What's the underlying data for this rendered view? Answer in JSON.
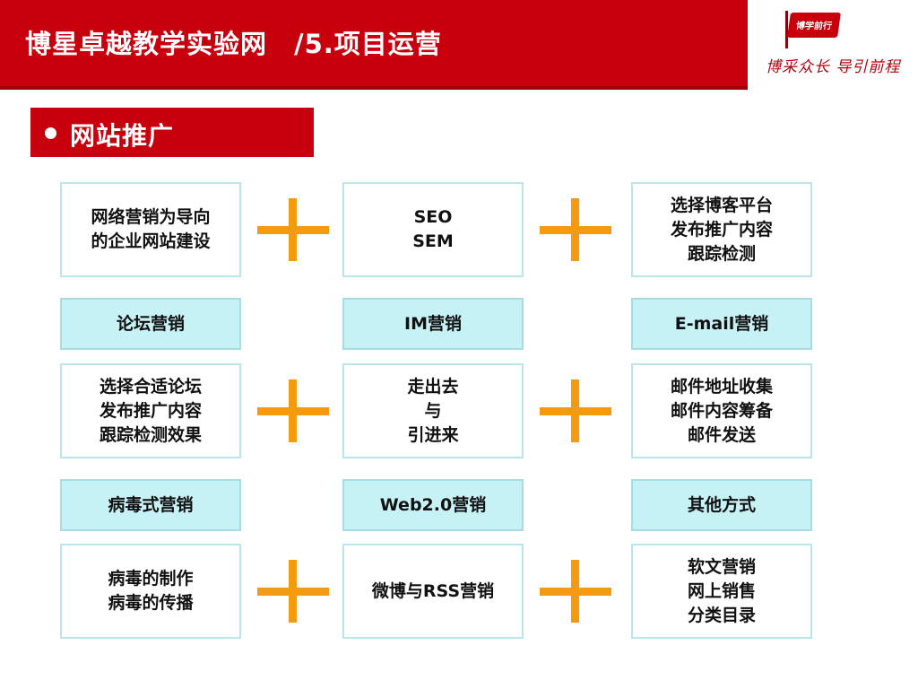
{
  "header": {
    "title": "博星卓越教学实验网　/5.项目运营",
    "logo_flag_text": "博学前行",
    "logo_motto": "博采众长 导引前程"
  },
  "section": {
    "title": "网站推广"
  },
  "grid": {
    "row1": [
      "网络营销为导向\n的企业网站建设",
      "SEO\nSEM",
      "选择博客平台\n发布推广内容\n跟踪检测"
    ],
    "row2": [
      "论坛营销",
      "IM营销",
      "E-mail营销"
    ],
    "row3": [
      "选择合适论坛\n发布推广内容\n跟踪检测效果",
      "走出去\n与\n引进来",
      "邮件地址收集\n邮件内容筹备\n邮件发送"
    ],
    "row4": [
      "病毒式营销",
      "Web2.0营销",
      "其他方式"
    ],
    "row5": [
      "病毒的制作\n病毒的传播",
      "微博与RSS营销",
      "软文营销\n网上销售\n分类目录"
    ]
  },
  "colors": {
    "header_red": "#c8000e",
    "category_fill": "#c6f1f5",
    "box_border": "#b8e6ea",
    "plus_orange": "#f49a0e"
  }
}
